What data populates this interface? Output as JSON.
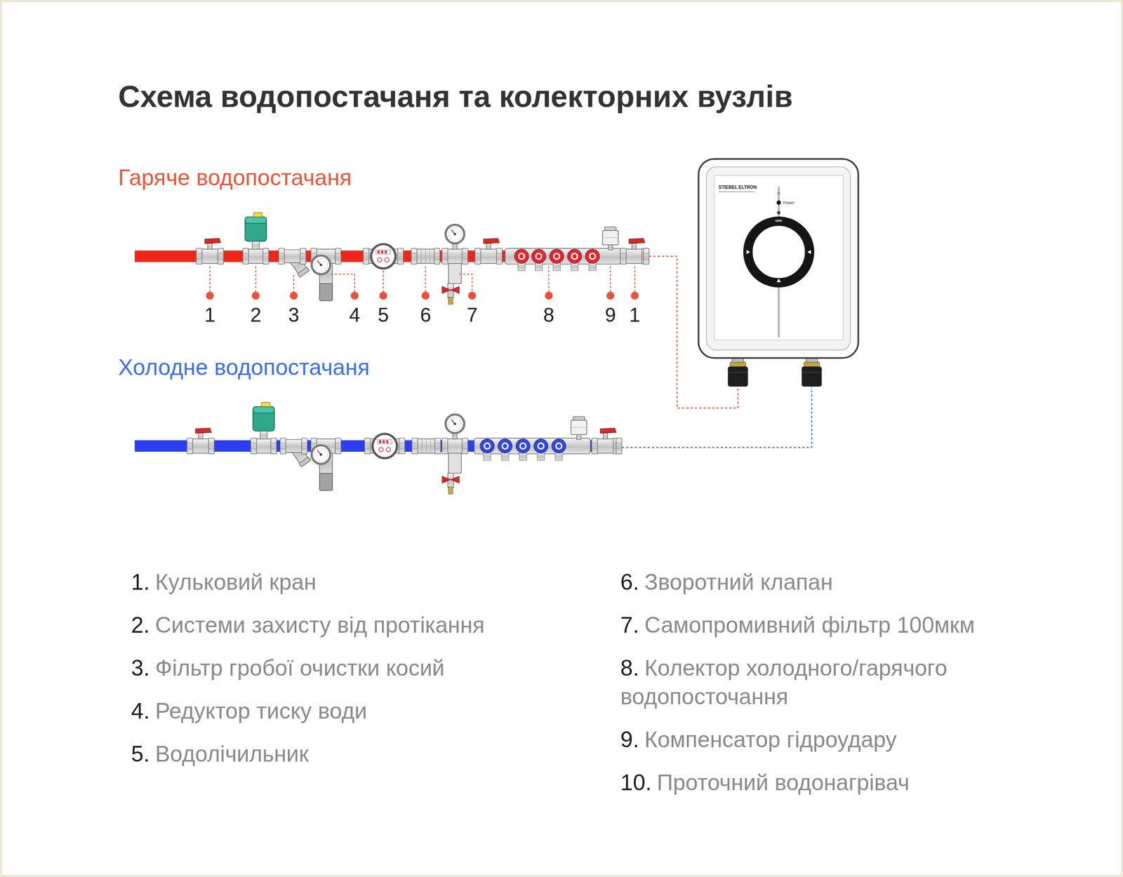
{
  "diagram": {
    "title": "Схема водопостачаня та колекторних вузлів",
    "nodes": [
      {
        "text": [
          "STIEBEL ELTRON",
          "Power",
          "OFF"
        ]
      }
    ],
    "labels": [
      "Гаряче водопостачаня",
      "1",
      "2",
      "3",
      "4",
      "5",
      "6",
      "7",
      "8",
      "9",
      "1",
      "Холодне водопостачаня",
      "1.",
      "Кульковий кран",
      "2.",
      "Системи захисту від протікання",
      "3.",
      "Фільтр гробої очистки косий",
      "4.",
      "Редуктор тиску води",
      "5.",
      "Водолічильник",
      "6.",
      "Зворотний клапан",
      "7.",
      "Самопромивний фільтр 100мкм",
      "8.",
      "Колектор холодного/гарячого водопосточання",
      "9.",
      "Компенсатор гідроудару",
      "10.",
      "Проточний водонагрівач"
    ]
  }
}
